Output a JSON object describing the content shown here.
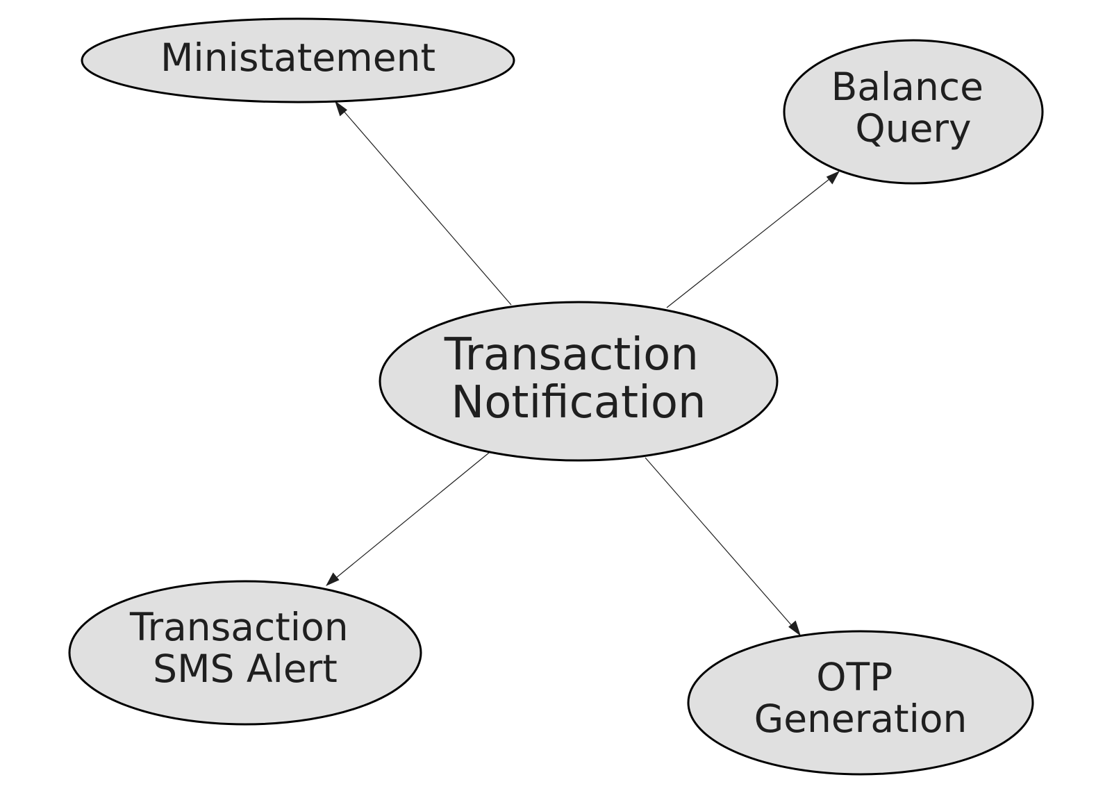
{
  "diagram": {
    "colors": {
      "node_fill": "#e0e0e0",
      "node_stroke": "#000000",
      "text": "#1f1f1f",
      "edge": "#1f1f1f",
      "background": "#ffffff"
    },
    "nodes": {
      "center": {
        "lines": [
          "Transaction",
          "Notification"
        ]
      },
      "ministatement": {
        "lines": [
          "Ministatement"
        ]
      },
      "balance_query": {
        "lines": [
          "Balance",
          "Query"
        ]
      },
      "sms_alert": {
        "lines": [
          "Transaction",
          "SMS Alert"
        ]
      },
      "otp_generation": {
        "lines": [
          "OTP",
          "Generation"
        ]
      }
    },
    "edges": [
      {
        "from": "center",
        "to": "ministatement"
      },
      {
        "from": "center",
        "to": "balance_query"
      },
      {
        "from": "center",
        "to": "sms_alert"
      },
      {
        "from": "center",
        "to": "otp_generation"
      }
    ]
  }
}
